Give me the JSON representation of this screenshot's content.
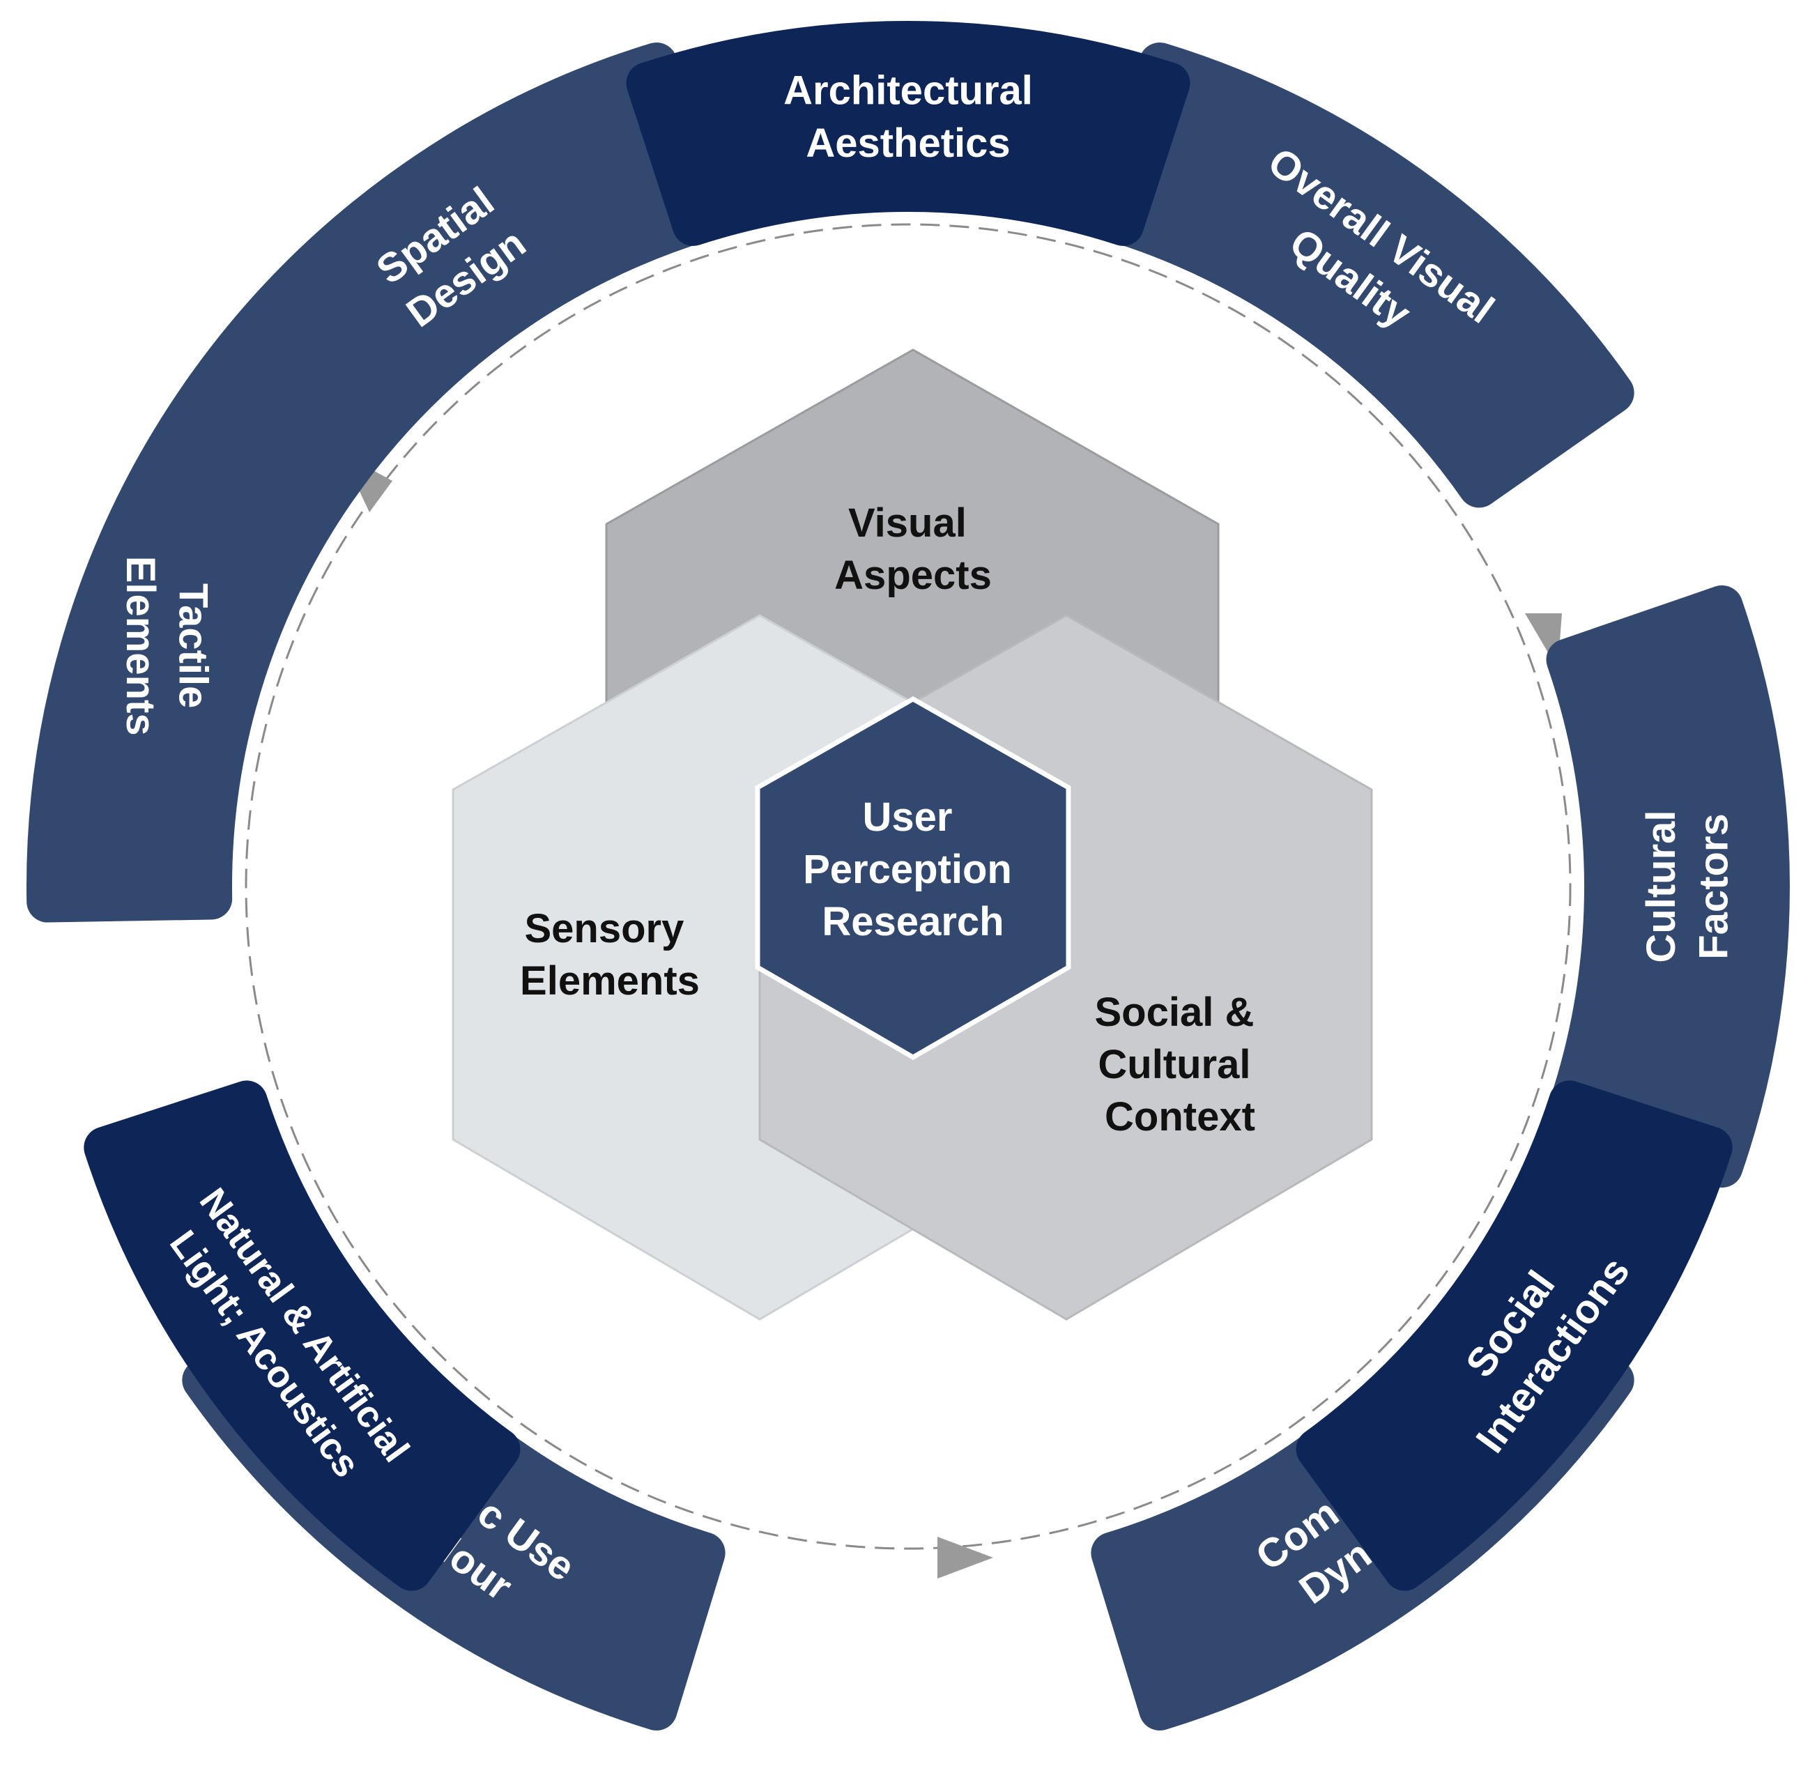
{
  "colors": {
    "outer_segment": "#33486f",
    "outer_segment_dark": "#0e2557",
    "hex_visual": "#b1b3b6",
    "hex_sensory": "#e1e4e7",
    "hex_social": "#c9cbce",
    "hex_center": "#33486f",
    "ring_dash": "#8a8a8a",
    "arrow": "#9a9a9a",
    "dark_text": "#111111",
    "light_text": "#ffffff"
  },
  "center": {
    "title": [
      "User",
      "Perception",
      "Research"
    ]
  },
  "hexagons": {
    "visual": [
      "Visual",
      "Aspects"
    ],
    "sensory": [
      "Sensory",
      "Elements"
    ],
    "social": [
      "Social &",
      "Cultural",
      "Context"
    ]
  },
  "outer_segments": {
    "spatial_design": [
      "Spatial",
      "Design"
    ],
    "architectural_aesthetics": [
      "Architectural",
      "Aesthetics"
    ],
    "overall_visual_quality": [
      "Overall Visual",
      "Quality"
    ],
    "cultural_factors": [
      "Cultural",
      "Factors"
    ],
    "social_interactions": [
      "Social",
      "Interactions"
    ],
    "community_dynamics": [
      "Community",
      "Dynamics"
    ],
    "strategic_use_of_colour": [
      "Strategic Use",
      "of Colour"
    ],
    "natural_artificial_light": [
      "Natural & Artificial",
      "Light; Acoustics"
    ],
    "tactile_elements": [
      "Tactile",
      "Elements"
    ]
  }
}
